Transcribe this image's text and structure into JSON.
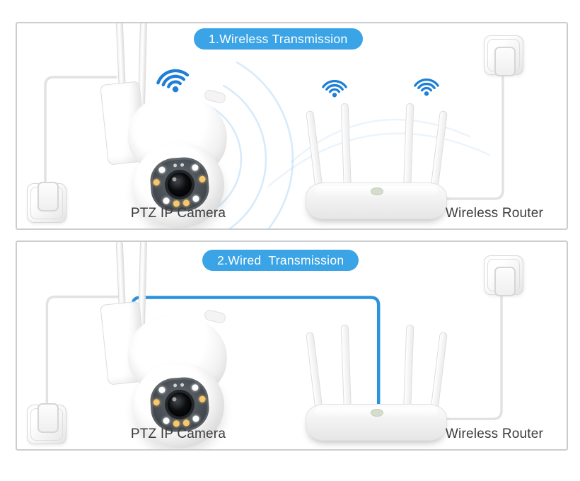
{
  "colors": {
    "accent_blue": "#3ba4e6",
    "wifi_blue": "#1f7fd6",
    "cable_blue": "#2b93dc",
    "cable_gray": "#e2e2e2",
    "label_dark": "#3b3b3b",
    "panel_border": "#cbcdd0",
    "led_amber": "#f6c76d",
    "led_white": "#fdfdfd",
    "router_led": "#d6ddcc"
  },
  "panels": [
    {
      "mode": "wireless",
      "badge": "1.Wireless Transmission",
      "camera_label": "PTZ IP Camera",
      "router_label": "Wireless Router"
    },
    {
      "mode": "wired",
      "badge": "2.Wired  Transmission",
      "camera_label": "PTZ IP Camera",
      "router_label": "Wireless Router"
    }
  ]
}
